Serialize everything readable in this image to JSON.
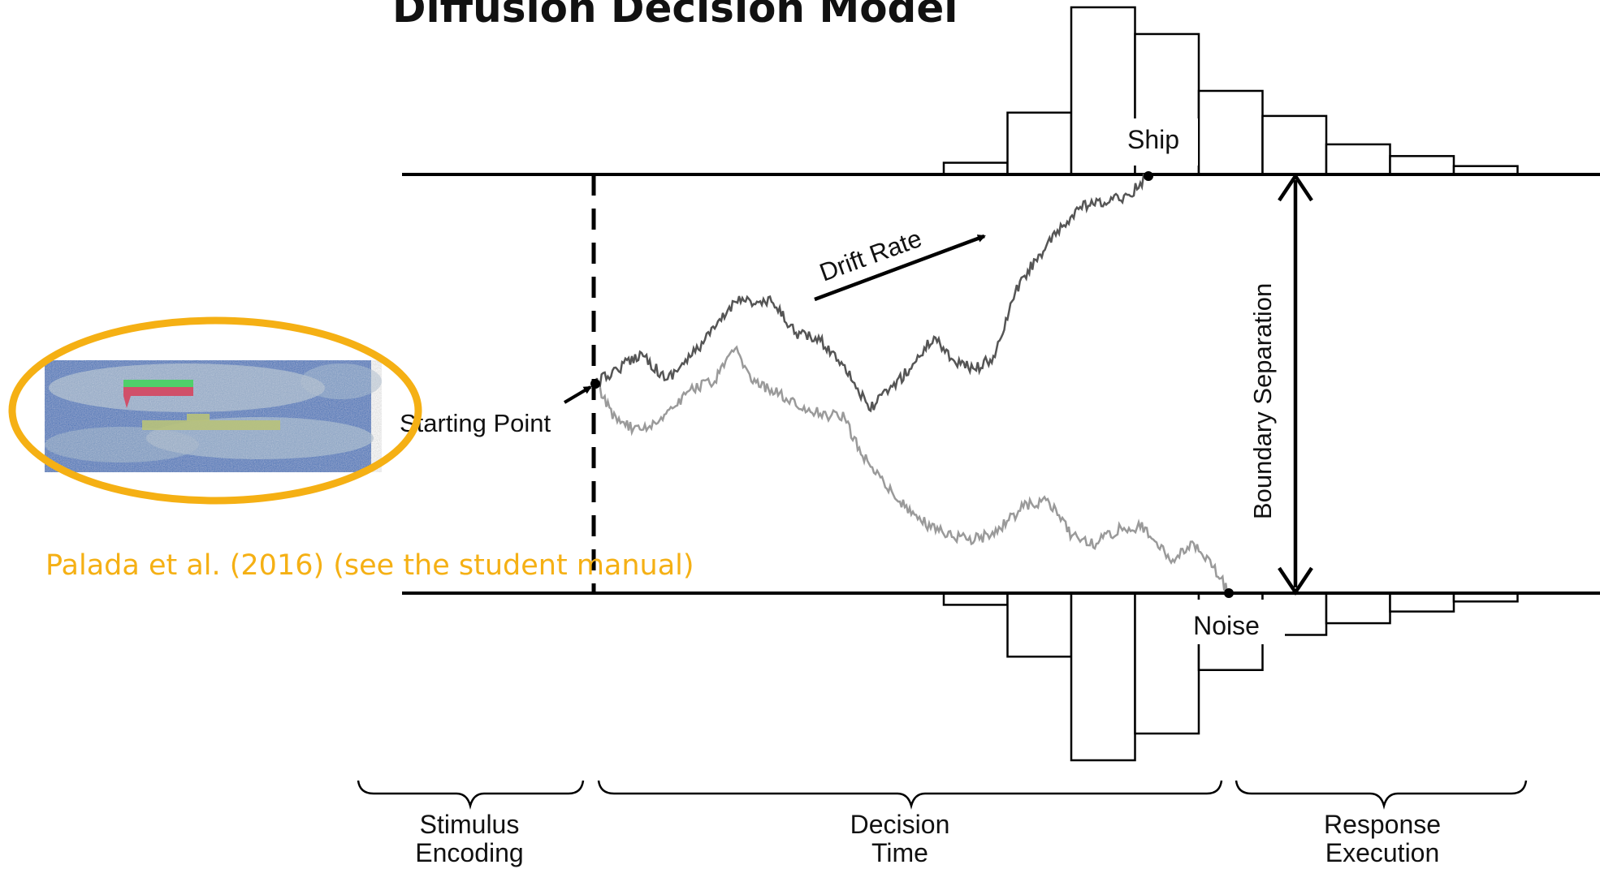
{
  "title": "Diffusion Decision Model",
  "labels": {
    "starting_point": "Starting Point",
    "drift_rate": "Drift Rate",
    "boundary_separation": "Boundary Separation",
    "upper_response": "Ship",
    "lower_response": "Noise"
  },
  "stages": [
    {
      "line1": "Stimulus",
      "line2": "Encoding"
    },
    {
      "line1": "Decision",
      "line2": "Time"
    },
    {
      "line1": "Response",
      "line2": "Execution"
    }
  ],
  "citation": "Palada et al. (2016) (see the student manual)",
  "upper_histogram": [
    0.07,
    0.37,
    1.0,
    0.84,
    0.5,
    0.35,
    0.18,
    0.11,
    0.05
  ],
  "lower_histogram": [
    0.07,
    0.38,
    1.0,
    0.84,
    0.46,
    0.25,
    0.18,
    0.11,
    0.05
  ],
  "colors": {
    "highlight_ring": "#f5b014",
    "citation_text": "#f5b014",
    "upper_path": "#555555",
    "lower_path": "#9a9a9a",
    "boundary": "#000000",
    "thumbnail_sea": "#3f6fb5"
  },
  "thumbnail": {
    "icon": "ship-on-sea-thumbnail"
  }
}
